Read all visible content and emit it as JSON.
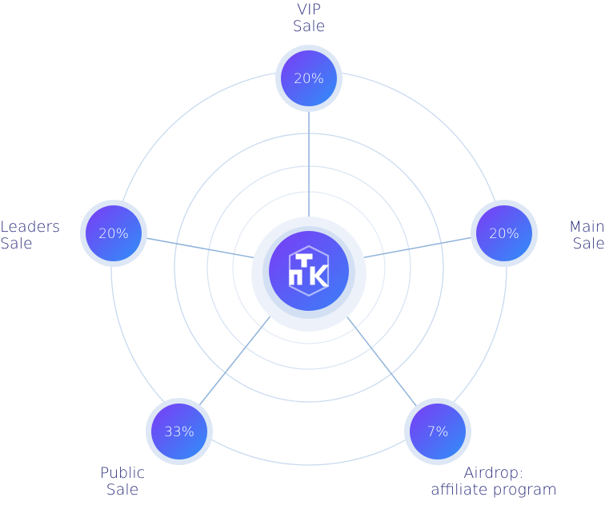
{
  "diagram": {
    "segments": [
      {
        "id": "vip",
        "line1": "VIP",
        "line2": "Sale",
        "percent": "20%"
      },
      {
        "id": "main",
        "line1": "Main",
        "line2": "Sale",
        "percent": "20%"
      },
      {
        "id": "airdrop",
        "line1": "Airdrop:",
        "line2": "affiliate program",
        "percent": "7%"
      },
      {
        "id": "public",
        "line1": "Public",
        "line2": "Sale",
        "percent": "33%"
      },
      {
        "id": "leaders",
        "line1": "Leaders",
        "line2": "Sale",
        "percent": "20%"
      }
    ]
  },
  "colors": {
    "ring": "#c9daf0",
    "spoke": "#8fb3da",
    "node_start": "#7a3cf6",
    "node_end": "#2f8ff7",
    "halo": "#dfe8f6",
    "label": "#2a2c7a"
  }
}
